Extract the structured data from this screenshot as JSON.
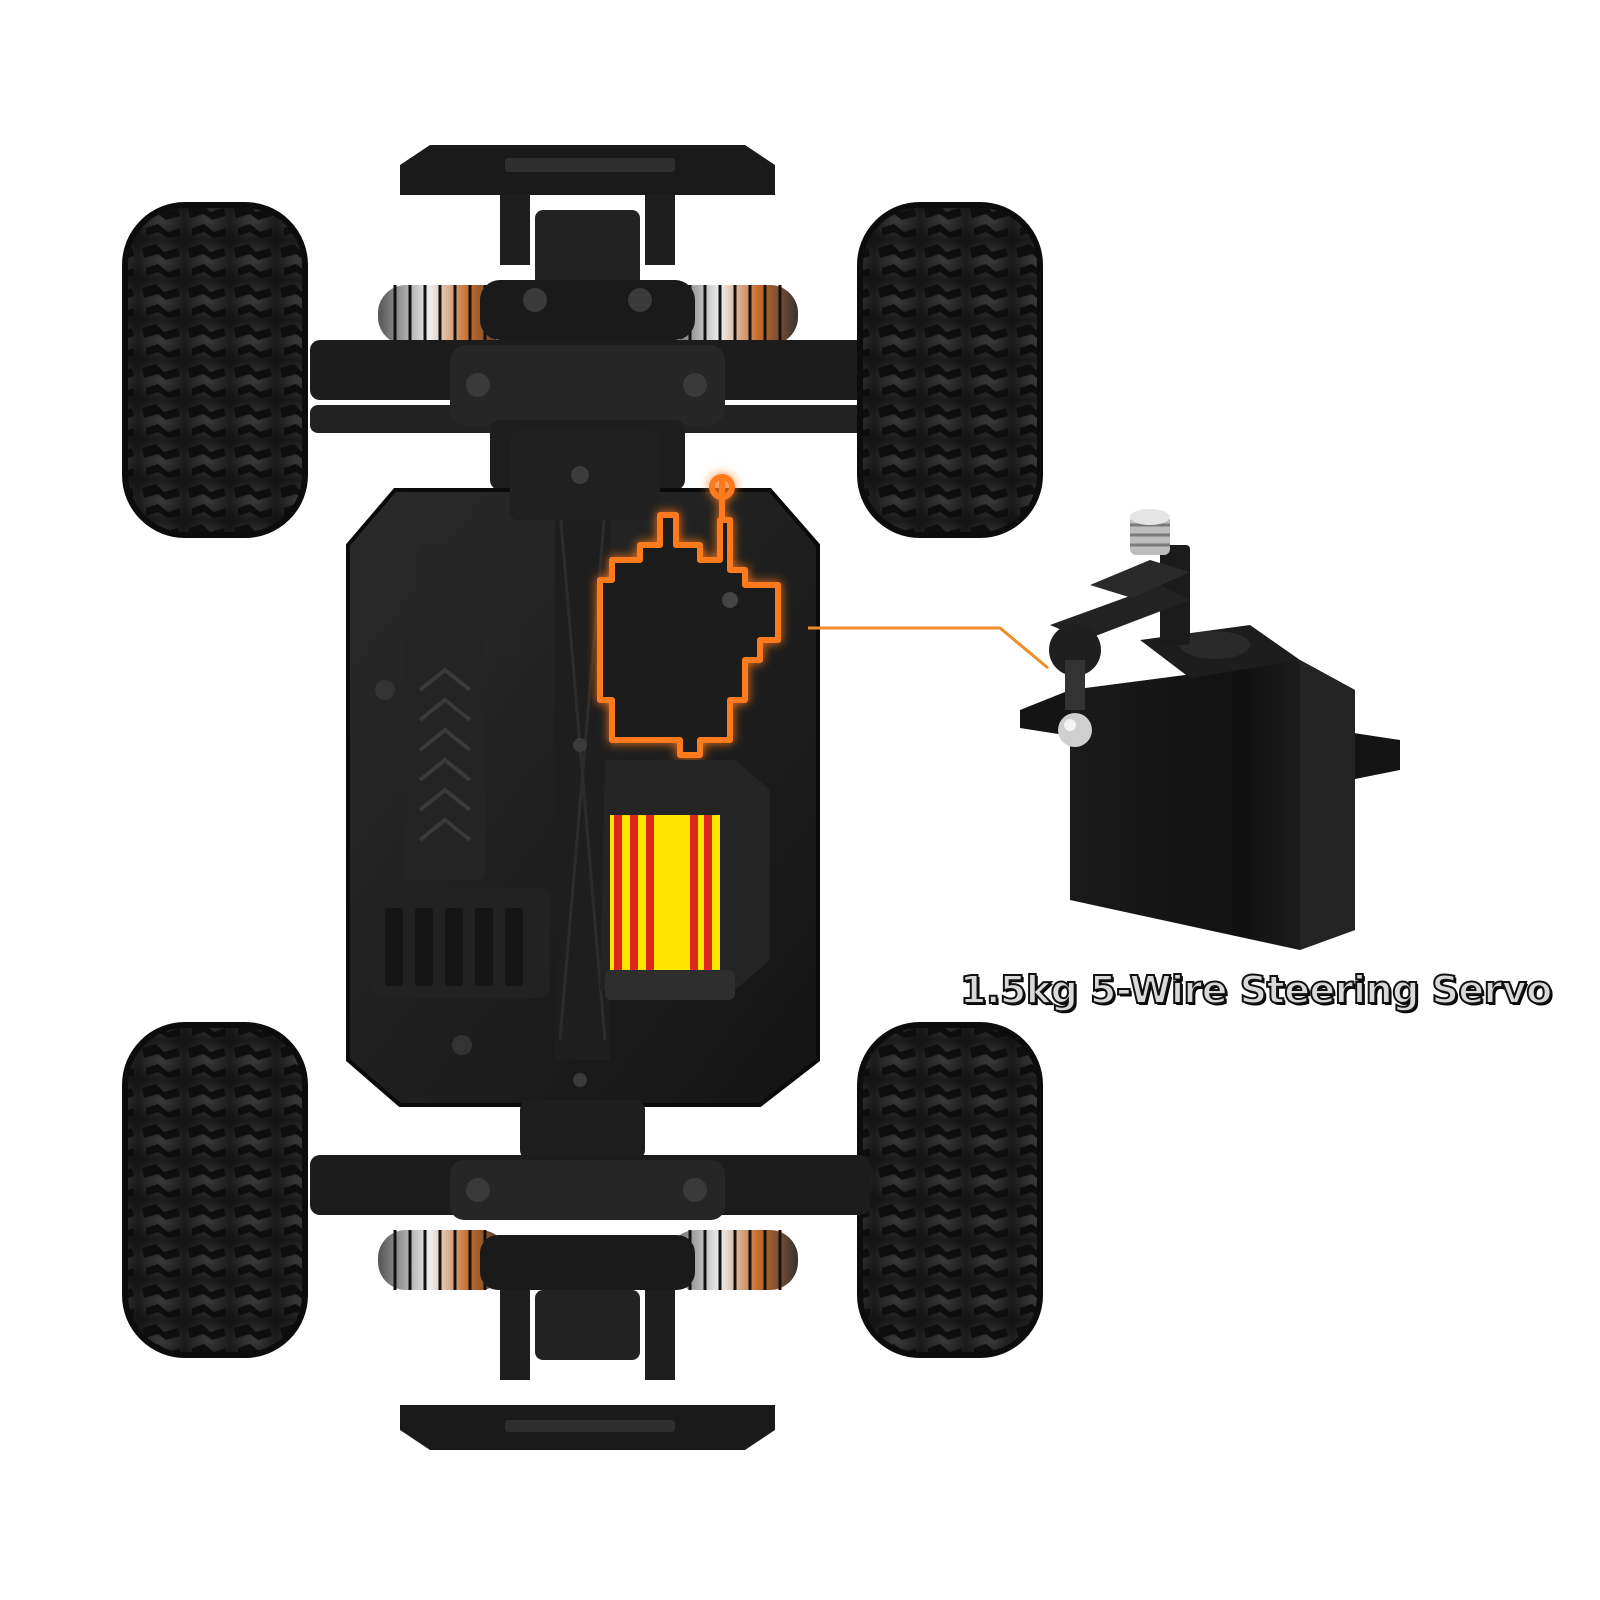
{
  "caption": {
    "text": "1.5kg 5-Wire Steering Servo"
  },
  "colors": {
    "background": "#ffffff",
    "chassis": "#1c1c1c",
    "tire": "#2a2a2a",
    "highlight_glow": "#ff7a1a",
    "leader_line": "#f28c28",
    "motor_stripe_red": "#e0261c",
    "motor_stripe_yellow": "#ffe600"
  },
  "icons": [
    "rc-car-chassis",
    "servo-outline-highlight",
    "steering-servo-closeup",
    "motor-highlight"
  ]
}
